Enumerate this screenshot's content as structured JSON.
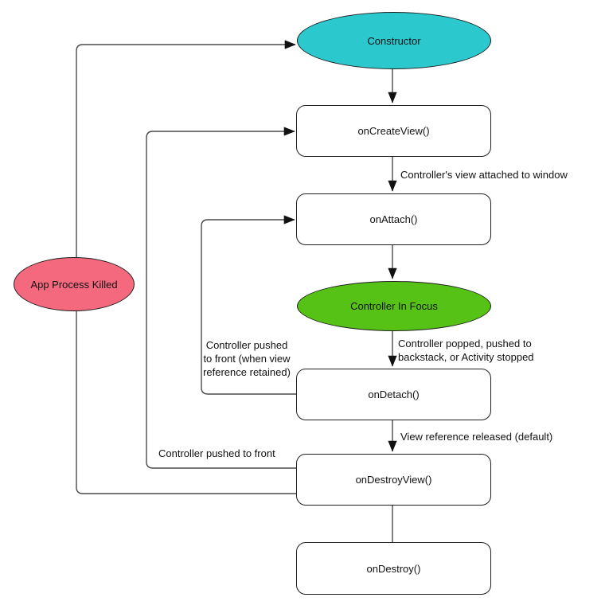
{
  "diagram": {
    "background_color": "#ffffff",
    "connector_color": "#4a4a4a",
    "arrowhead_color": "#111111",
    "nodes": {
      "constructor": {
        "label": "Constructor",
        "shape": "ellipse",
        "fill": "#2bc8cd"
      },
      "on_create_view": {
        "label": "onCreateView()",
        "shape": "rounded-rect",
        "fill": "#ffffff"
      },
      "on_attach": {
        "label": "onAttach()",
        "shape": "rounded-rect",
        "fill": "#ffffff"
      },
      "controller_in_focus": {
        "label": "Controller In Focus",
        "shape": "ellipse",
        "fill": "#57c216"
      },
      "on_detach": {
        "label": "onDetach()",
        "shape": "rounded-rect",
        "fill": "#ffffff"
      },
      "on_destroy_view": {
        "label": "onDestroyView()",
        "shape": "rounded-rect",
        "fill": "#ffffff"
      },
      "on_destroy": {
        "label": "onDestroy()",
        "shape": "rounded-rect",
        "fill": "#ffffff"
      },
      "app_process_killed": {
        "label": "App Process Killed",
        "shape": "ellipse",
        "fill": "#f4697e"
      }
    },
    "edge_labels": {
      "view_attached_to_window": "Controller's view attached to window",
      "controller_popped": "Controller popped, pushed to backstack, or Activity stopped",
      "view_reference_released": "View reference released (default)",
      "pushed_to_front_retained": "Controller pushed to front (when view reference retained)",
      "pushed_to_front": "Controller pushed to front"
    }
  }
}
